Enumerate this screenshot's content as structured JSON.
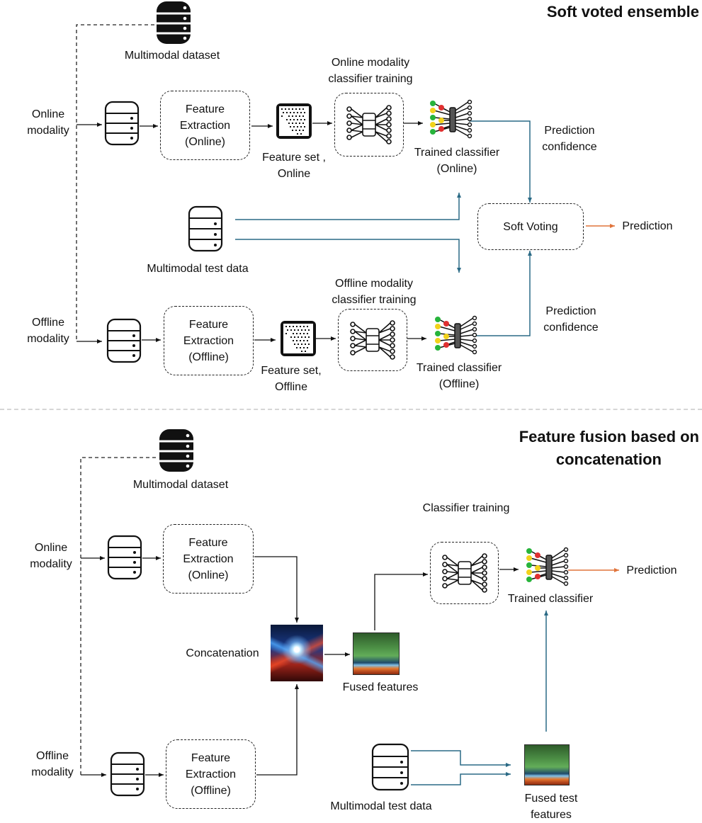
{
  "colors": {
    "accent_blue": "#2a6a85",
    "accent_orange": "#e0733a",
    "line": "#111111",
    "separator": "#d6d6d6"
  },
  "soft": {
    "title": "Soft voted ensemble",
    "dataset": "Multimodal dataset",
    "online_modality": [
      "Online",
      "modality"
    ],
    "offline_modality": [
      "Offline",
      "modality"
    ],
    "fe_online": [
      "Feature",
      "Extraction",
      "(Online)"
    ],
    "fe_offline": [
      "Feature",
      "Extraction",
      "(Offline)"
    ],
    "fs_online": [
      "Feature set ,",
      "Online"
    ],
    "fs_offline": [
      "Feature set,",
      "Offline"
    ],
    "train_online": [
      "Online modality",
      "classifier training"
    ],
    "train_offline": [
      "Offline modality",
      "classifier training"
    ],
    "trained_online": [
      "Trained classifier",
      "(Online)"
    ],
    "trained_offline": [
      "Trained classifier",
      "(Offline)"
    ],
    "confidence": [
      "Prediction",
      "confidence"
    ],
    "soft_voting": "Soft Voting",
    "prediction": "Prediction",
    "test_data": "Multimodal test data"
  },
  "fusion": {
    "title": [
      "Feature fusion based on",
      "concatenation"
    ],
    "dataset": "Multimodal dataset",
    "online_modality": [
      "Online",
      "modality"
    ],
    "offline_modality": [
      "Offline",
      "modality"
    ],
    "fe_online": [
      "Feature",
      "Extraction",
      "(Online)"
    ],
    "fe_offline": [
      "Feature",
      "Extraction",
      "(Offline)"
    ],
    "concatenation": "Concatenation",
    "fused_features": "Fused features",
    "classifier_training": "Classifier training",
    "trained": "Trained classifier",
    "prediction": "Prediction",
    "test_data": "Multimodal test data",
    "fused_test": [
      "Fused test",
      "features"
    ]
  }
}
